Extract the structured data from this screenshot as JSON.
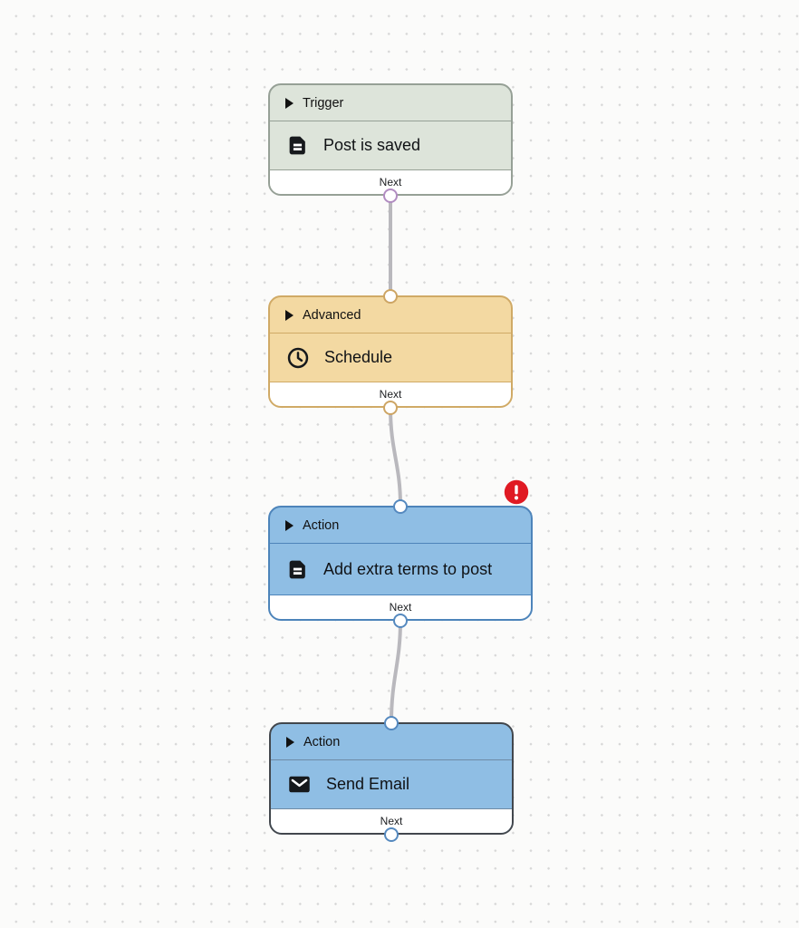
{
  "canvas": {
    "background_color": "#fbfbfa",
    "dot_color": "#d7d7d7",
    "edge_color": "#b9b8bd"
  },
  "nodes": [
    {
      "category": "Trigger",
      "title": "Post is saved",
      "icon": "document-icon",
      "footer": "Next",
      "fill": "#dde4da",
      "border": "#96a096",
      "divider": "#96a096",
      "port": "#b18cc1",
      "state": "normal"
    },
    {
      "category": "Advanced",
      "title": "Schedule",
      "icon": "clock-icon",
      "footer": "Next",
      "fill": "#f3d9a2",
      "border": "#d0aa66",
      "divider": "#d0aa66",
      "port": "#cda564",
      "state": "normal"
    },
    {
      "category": "Action",
      "title": "Add extra terms to post",
      "icon": "document-icon",
      "footer": "Next",
      "fill": "#8fbee4",
      "border": "#4d84ba",
      "divider": "#4d84ba",
      "port": "#5589bf",
      "state": "error"
    },
    {
      "category": "Action",
      "title": "Send Email",
      "icon": "email-icon",
      "footer": "Next",
      "fill": "#8fbee4",
      "border": "#42474d",
      "divider": "#6e8ba6",
      "port": "#5589bf",
      "state": "selected"
    }
  ],
  "error_badge": {
    "color": "#e01a23",
    "symbol": "!"
  }
}
